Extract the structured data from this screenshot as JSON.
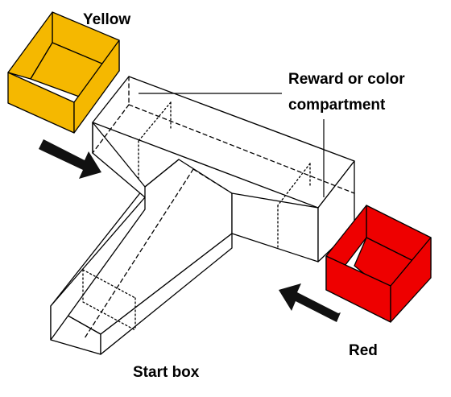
{
  "labels": {
    "yellow": "Yellow",
    "reward_line1": "Reward or color",
    "reward_line2": "compartment",
    "start_box": "Start box",
    "red": "Red"
  },
  "colors": {
    "yellow_fill": "#f5b800",
    "red_fill": "#ee0000",
    "outline": "#000000",
    "arrow": "#111111",
    "background": "#ffffff"
  },
  "compartments": [
    {
      "name": "yellow-compartment",
      "label_key": "yellow",
      "color_key": "yellow_fill"
    },
    {
      "name": "red-compartment",
      "label_key": "red",
      "color_key": "red_fill"
    }
  ]
}
